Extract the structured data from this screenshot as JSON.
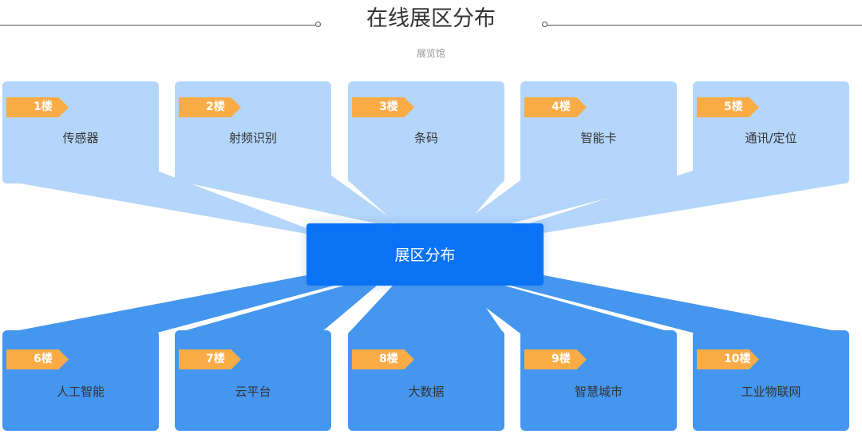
{
  "header": {
    "title": "在线展区分布",
    "subtitle": "展览馆"
  },
  "center": {
    "label": "展区分布"
  },
  "top_row": [
    {
      "floor": "1楼",
      "label": "传感器"
    },
    {
      "floor": "2楼",
      "label": "射频识别"
    },
    {
      "floor": "3楼",
      "label": "条码"
    },
    {
      "floor": "4楼",
      "label": "智能卡"
    },
    {
      "floor": "5楼",
      "label": "通讯/定位"
    }
  ],
  "bottom_row": [
    {
      "floor": "6楼",
      "label": "人工智能"
    },
    {
      "floor": "7楼",
      "label": "云平台"
    },
    {
      "floor": "8楼",
      "label": "大数据"
    },
    {
      "floor": "9楼",
      "label": "智慧城市"
    },
    {
      "floor": "10楼",
      "label": "工业物联网"
    }
  ],
  "colors": {
    "top_card": "#b4d6fa",
    "bottom_card": "#4596ef",
    "center_box": "#0a72f5",
    "floor_tag": "#fbab46"
  }
}
